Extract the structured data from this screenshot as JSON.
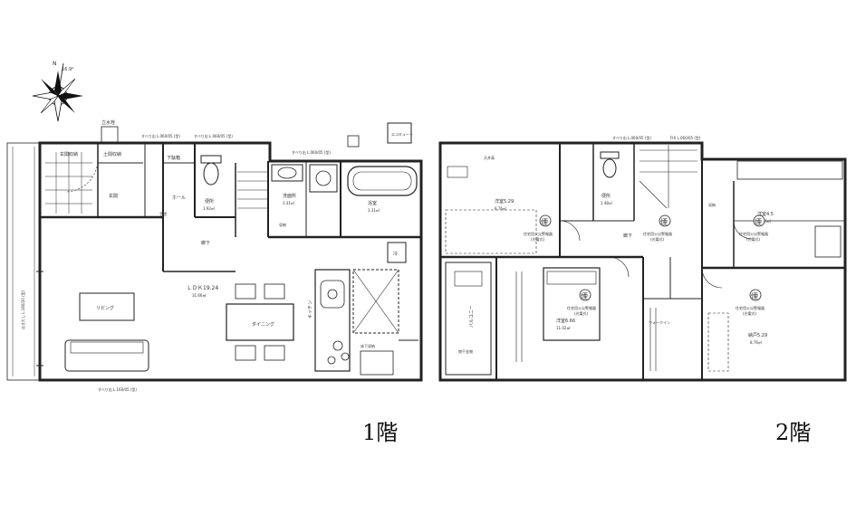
{
  "compass": {
    "north_label": "N",
    "angle_label": "16.9°"
  },
  "floor1": {
    "label": "1階",
    "notes": {
      "top1": "すべり出 L.060/05 (型)",
      "top2": "すべり出 L.060/05 (型)",
      "top3": "すべり出 L.060/05 (型)",
      "bottom": "すべり出 L.160/05 (型)",
      "left": "はきだし L.160/20 (型)",
      "faucet": "立水栓",
      "ecocute": "エコキュート"
    },
    "rooms": {
      "genkan_storage": "玄関収納",
      "shoe_storage": "土間収納",
      "genkan": "玄関",
      "hall": "ホール",
      "shoe": "下駄箱",
      "toilet": "便所",
      "toilet_area": "1.92㎡",
      "washroom": "洗面所",
      "washroom_area": "3.31㎡",
      "bath": "浴室",
      "bath_area": "3.31㎡",
      "corridor": "廊下",
      "ldk": "ＬＤＫ19.24",
      "ldk_area": "31.66㎡",
      "living": "リビング",
      "dining": "ダイニング",
      "kitchen": "キッチン",
      "storage": "収納",
      "pantry": "床下収納",
      "fridge": "冷",
      "handrail": "手摺"
    }
  },
  "floor2": {
    "label": "2階",
    "notes": {
      "top1": "すべり出 L.060/05 (型)",
      "top2": "FIX L.060/05 (型)",
      "ceiling": "天井高",
      "storage2": "収納"
    },
    "rooms": {
      "room1": "洋室5.29",
      "room1_area": "8.76㎡",
      "room2": "洋室4.5",
      "room2_area": "7.45㎡",
      "master": "洋室6.66",
      "master_area": "11.02㎡",
      "room3": "納戸5.29",
      "room3_area": "8.76㎡",
      "toilet": "便所",
      "toilet_area": "1.48㎡",
      "corridor": "廊下",
      "wic": "ウォークイン",
      "balcony": "バルコニー",
      "drying": "物干金物",
      "smoke": "住宅用火災警報器",
      "smoke_sub": "(光電式)",
      "smoke_mark": "煙"
    }
  }
}
